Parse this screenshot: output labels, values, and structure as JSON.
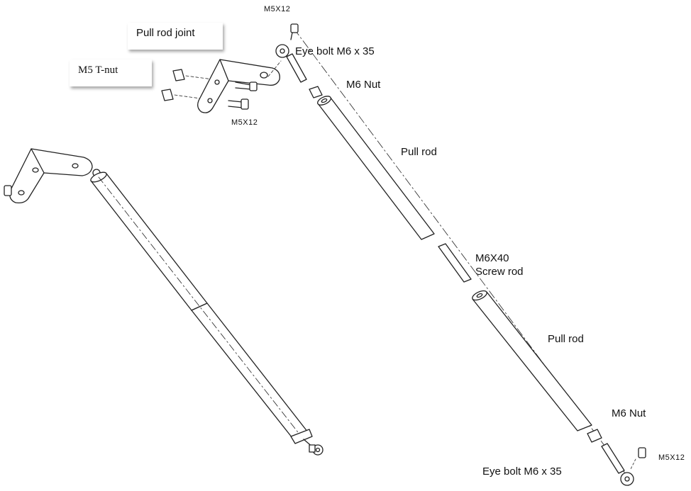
{
  "labels": {
    "m5x12_top": "M5X12",
    "pull_rod_joint": "Pull rod joint",
    "eye_bolt_top": "Eye bolt M6 x 35",
    "m5_t_nut": "M5 T-nut",
    "m6_nut_top": "M6 Nut",
    "m5x12_mid": "M5X12",
    "pull_rod_upper": "Pull rod",
    "m6x40": "M6X40",
    "screw_rod": "Screw rod",
    "pull_rod_lower": "Pull rod",
    "m6_nut_bottom": "M6 Nut",
    "m5x12_bottom": "M5X12",
    "eye_bolt_bottom": "Eye bolt M6 x 35"
  }
}
